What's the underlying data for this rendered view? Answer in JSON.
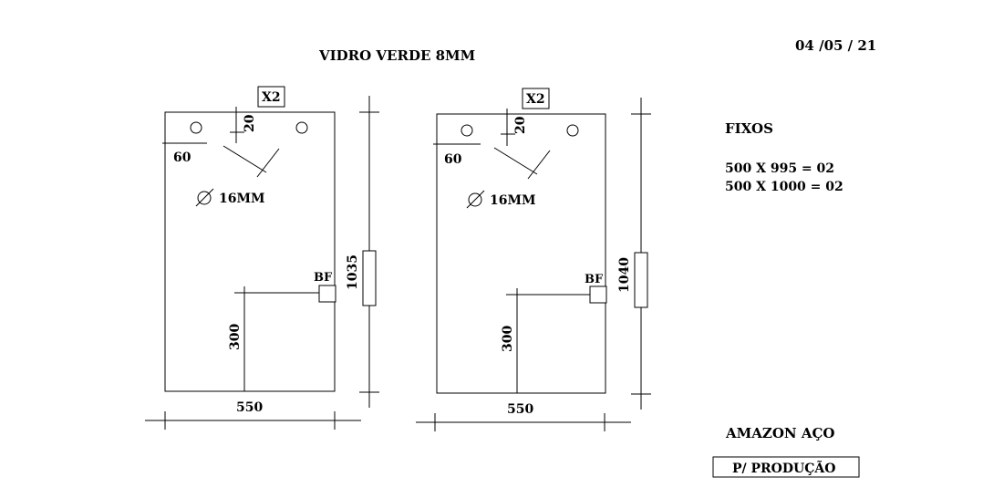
{
  "header": {
    "title": "VIDRO VERDE 8MM",
    "date": "04 /05 / 21"
  },
  "panels": [
    {
      "quantity": "X2",
      "hole_diameter": "16MM",
      "edge_offset": "60",
      "top_offset": "20",
      "height": "1035",
      "width": "550",
      "fitting": "BF",
      "fitting_height": "300"
    },
    {
      "quantity": "X2",
      "hole_diameter": "16MM",
      "edge_offset": "60",
      "top_offset": "20",
      "height": "1040",
      "width": "550",
      "fitting": "BF",
      "fitting_height": "300"
    }
  ],
  "summary": {
    "heading": "FIXOS",
    "lines": [
      "500 X 995 = 02",
      "500 X 1000 = 02"
    ]
  },
  "client": "AMAZON AÇO",
  "stamp": "P/ PRODUÇÃO",
  "symbols": {
    "diameter": "diameter-symbol"
  }
}
